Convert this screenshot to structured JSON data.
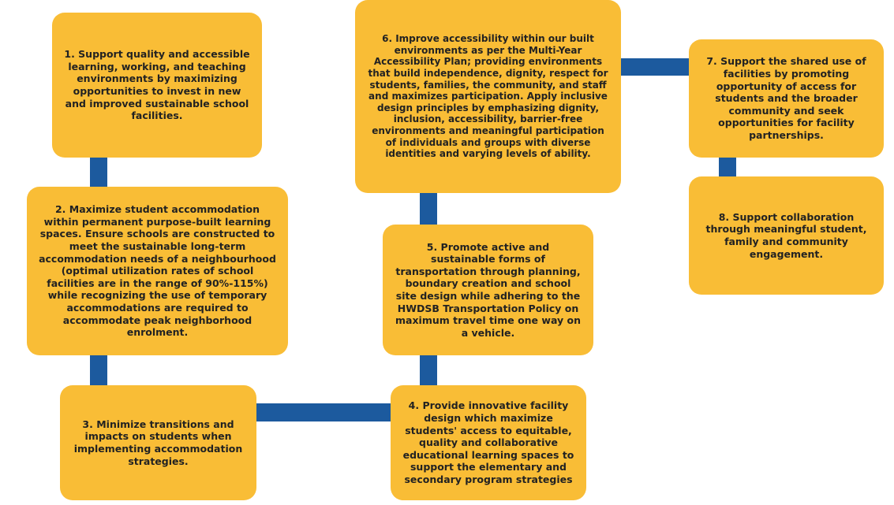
{
  "diagram": {
    "colors": {
      "box_fill": "#F9BD36",
      "connector": "#1C5A9E",
      "text": "#222222"
    },
    "boxes": [
      {
        "id": "1",
        "text": "1. Support quality and accessible learning, working, and teaching environments by maximizing opportunities to invest in new and improved sustainable school facilities."
      },
      {
        "id": "2",
        "text": "2. Maximize student accommodation within permanent purpose-built learning spaces. Ensure schools are constructed to meet the sustainable long-term accommodation needs of a neighbourhood (optimal utilization rates of school facilities are in the range of 90%-115%) while recognizing the use of temporary accommodations are required to accommodate peak neighborhood enrolment."
      },
      {
        "id": "3",
        "text": "3. Minimize transitions and impacts on students when implementing accommodation strategies."
      },
      {
        "id": "4",
        "text": "4. Provide innovative facility design which maximize students' access to equitable, quality and collaborative educational learning spaces to support the elementary and secondary program strategies"
      },
      {
        "id": "5",
        "text": "5. Promote active and sustainable forms of transportation through planning, boundary creation and school site design while adhering to the HWDSB Transportation Policy on maximum travel time one way on a vehicle."
      },
      {
        "id": "6",
        "text": "6. Improve accessibility within our built environments as per the Multi-Year Accessibility Plan; providing environments that build independence, dignity, respect for students, families, the community, and staff and maximizes participation. Apply inclusive design principles by emphasizing dignity, inclusion, accessibility, barrier-free environments and meaningful participation of individuals and groups with diverse identities and varying levels of ability."
      },
      {
        "id": "7",
        "text": "7. Support the shared use of facilities by promoting opportunity of access for students and the broader community and seek opportunities for facility partnerships."
      },
      {
        "id": "8",
        "text": "8. Support collaboration through meaningful student, family and community engagement."
      }
    ]
  }
}
